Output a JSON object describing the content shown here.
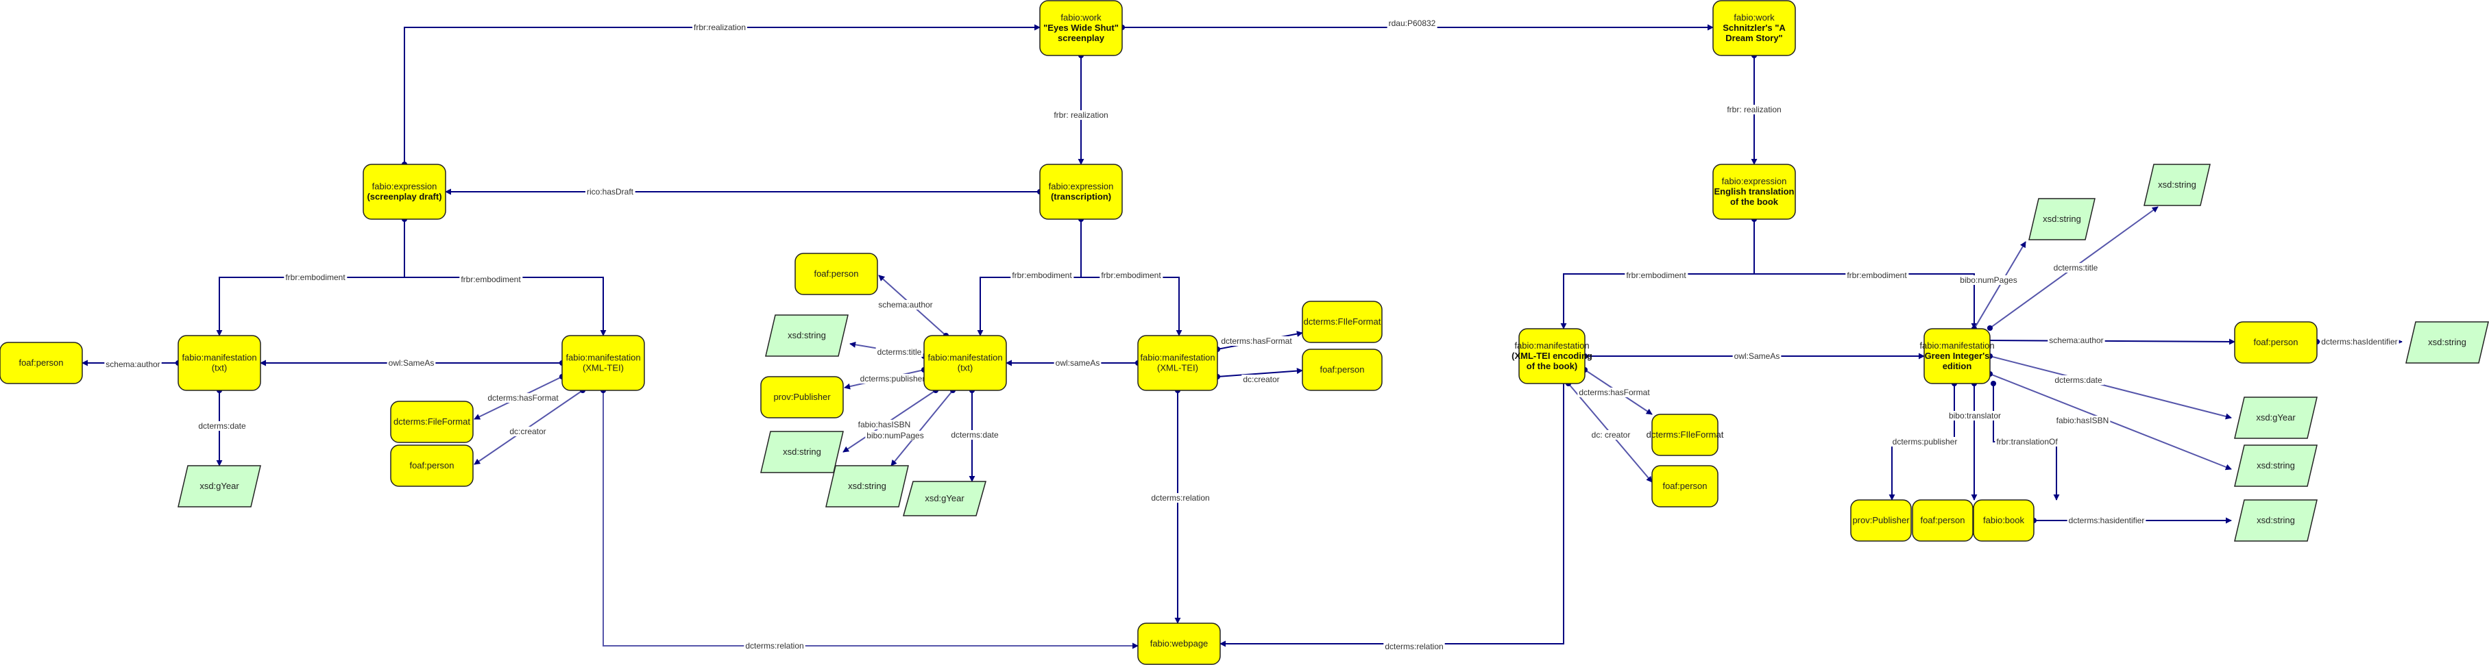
{
  "diagram": {
    "colors": {
      "class_fill": "#ffff00",
      "datatype_fill": "#ccffcc",
      "edge": "#000080",
      "edge_light": "#5555aa"
    },
    "nodes": [
      {
        "id": "work_ews",
        "kind": "class",
        "title": "fabio:work",
        "lines": [
          "\"Eyes Wide Shut\"",
          "screenplay"
        ]
      },
      {
        "id": "work_dream",
        "kind": "class",
        "title": "fabio:work",
        "lines": [
          "Schnitzler's \"A",
          "Dream Story\""
        ]
      },
      {
        "id": "expr_draft",
        "kind": "class",
        "title": "fabio:expression",
        "lines": [
          "(screenplay draft)"
        ]
      },
      {
        "id": "expr_transcr",
        "kind": "class",
        "title": "fabio:expression",
        "lines": [
          "(transcription)"
        ]
      },
      {
        "id": "expr_engl",
        "kind": "class",
        "title": "fabio:expression",
        "lines": [
          "English translation",
          "of the book"
        ]
      },
      {
        "id": "person_l1",
        "kind": "class",
        "title": "foaf:person",
        "lines": []
      },
      {
        "id": "man_txt_l",
        "kind": "class",
        "title": "fabio:manifestation",
        "lines": [
          "(txt)"
        ],
        "plain_lines": true
      },
      {
        "id": "gyear_l",
        "kind": "datatype",
        "title": "xsd:gYear",
        "lines": []
      },
      {
        "id": "man_xml_l",
        "kind": "class",
        "title": "fabio:manifestation",
        "lines": [
          "(XML-TEI)"
        ],
        "plain_lines": true
      },
      {
        "id": "fileformat_l",
        "kind": "class",
        "title": "dcterms:FileFormat",
        "lines": []
      },
      {
        "id": "person_l2",
        "kind": "class",
        "title": "foaf:person",
        "lines": []
      },
      {
        "id": "person_m1",
        "kind": "class",
        "title": "foaf:person",
        "lines": []
      },
      {
        "id": "string_m1",
        "kind": "datatype",
        "title": "xsd:string",
        "lines": []
      },
      {
        "id": "publisher_m",
        "kind": "class",
        "title": "prov:Publisher",
        "lines": []
      },
      {
        "id": "string_m2",
        "kind": "datatype",
        "title": "xsd:string",
        "lines": []
      },
      {
        "id": "string_m3",
        "kind": "datatype",
        "title": "xsd:string",
        "lines": []
      },
      {
        "id": "gyear_m",
        "kind": "datatype",
        "title": "xsd:gYear",
        "lines": []
      },
      {
        "id": "man_txt_m",
        "kind": "class",
        "title": "fabio:manifestation",
        "lines": [
          "(txt)"
        ],
        "plain_lines": true
      },
      {
        "id": "man_xml_m",
        "kind": "class",
        "title": "fabio:manifestation",
        "lines": [
          "(XML-TEI)"
        ],
        "plain_lines": true
      },
      {
        "id": "fileformat_m",
        "kind": "class",
        "title": "dcterms:FIleFormat",
        "lines": []
      },
      {
        "id": "person_m2",
        "kind": "class",
        "title": "foaf:person",
        "lines": []
      },
      {
        "id": "webpage",
        "kind": "class",
        "title": "fabio:webpage",
        "lines": []
      },
      {
        "id": "man_xml_r",
        "kind": "class",
        "title": "fabio:manifestation",
        "lines": [
          "(XML-TEI encoding",
          "of the book)"
        ]
      },
      {
        "id": "fileformat_r",
        "kind": "class",
        "title": "dcterms:FIleFormat",
        "lines": []
      },
      {
        "id": "person_r1",
        "kind": "class",
        "title": "foaf:person",
        "lines": []
      },
      {
        "id": "man_green",
        "kind": "class",
        "title": "fabio:manifestation",
        "lines": [
          "Green Integer's",
          "edition"
        ]
      },
      {
        "id": "string_r1",
        "kind": "datatype",
        "title": "xsd:string",
        "lines": []
      },
      {
        "id": "string_r2",
        "kind": "datatype",
        "title": "xsd:string",
        "lines": []
      },
      {
        "id": "person_r2",
        "kind": "class",
        "title": "foaf:person",
        "lines": []
      },
      {
        "id": "string_r3",
        "kind": "datatype",
        "title": "xsd:string",
        "lines": []
      },
      {
        "id": "gyear_r",
        "kind": "datatype",
        "title": "xsd:gYear",
        "lines": []
      },
      {
        "id": "string_r4",
        "kind": "datatype",
        "title": "xsd:string",
        "lines": []
      },
      {
        "id": "publisher_r",
        "kind": "class",
        "title": "prov:Publisher",
        "lines": []
      },
      {
        "id": "person_r3",
        "kind": "class",
        "title": "foaf:person",
        "lines": []
      },
      {
        "id": "book_r",
        "kind": "class",
        "title": "fabio:book",
        "lines": []
      },
      {
        "id": "string_r5",
        "kind": "datatype",
        "title": "xsd:string",
        "lines": []
      }
    ],
    "edges": [
      {
        "id": "e_real_draft",
        "label": "frbr:realization"
      },
      {
        "id": "e_rdau",
        "label": "rdau:P60832"
      },
      {
        "id": "e_real_transcr",
        "label": "frbr: realization"
      },
      {
        "id": "e_real_engl",
        "label": "frbr: realization"
      },
      {
        "id": "e_hasdraft",
        "label": "rico:hasDraft"
      },
      {
        "id": "e_emb_l1",
        "label": "frbr:embodiment"
      },
      {
        "id": "e_emb_l2",
        "label": "frbr:embodiment"
      },
      {
        "id": "e_author_l",
        "label": "schema:author"
      },
      {
        "id": "e_sameas_l",
        "label": "owl:SameAs"
      },
      {
        "id": "e_date_l",
        "label": "dcterms:date"
      },
      {
        "id": "e_hasformat_l",
        "label": "dcterms:hasFormat"
      },
      {
        "id": "e_creator_l",
        "label": "dc:creator"
      },
      {
        "id": "e_relation_l",
        "label": "dcterms:relation"
      },
      {
        "id": "e_emb_m1",
        "label": "frbr:embodiment"
      },
      {
        "id": "e_emb_m2",
        "label": "frbr:embodiment"
      },
      {
        "id": "e_author_m",
        "label": "schema:author"
      },
      {
        "id": "e_title_m",
        "label": "dcterms:title"
      },
      {
        "id": "e_publisher_m",
        "label": "dcterms:publisher"
      },
      {
        "id": "e_isbn_m",
        "label": "fabio:hasISBN"
      },
      {
        "id": "e_pages_m",
        "label": "bibo:numPages"
      },
      {
        "id": "e_date_m",
        "label": "dcterms:date"
      },
      {
        "id": "e_sameas_m",
        "label": "owl:sameAs"
      },
      {
        "id": "e_hasformat_m",
        "label": "dcterms:hasFormat"
      },
      {
        "id": "e_creator_m",
        "label": "dc:creator"
      },
      {
        "id": "e_relation_m",
        "label": "dcterms:relation"
      },
      {
        "id": "e_relation_r",
        "label": "dcterms:relation"
      },
      {
        "id": "e_emb_r1",
        "label": "frbr:embodiment"
      },
      {
        "id": "e_emb_r2",
        "label": "frbr:embodiment"
      },
      {
        "id": "e_sameas_r",
        "label": "owl:SameAs"
      },
      {
        "id": "e_hasformat_r",
        "label": "dcterms:hasFormat"
      },
      {
        "id": "e_creator_r",
        "label": "dc: creator"
      },
      {
        "id": "e_pages_r",
        "label": "bibo:numPages"
      },
      {
        "id": "e_title_r",
        "label": "dcterms:title"
      },
      {
        "id": "e_author_r",
        "label": "schema:author"
      },
      {
        "id": "e_hasid_person",
        "label": "dcterms:hasIdentifier"
      },
      {
        "id": "e_date_r",
        "label": "dcterms:date"
      },
      {
        "id": "e_isbn_r",
        "label": "fabio:hasISBN"
      },
      {
        "id": "e_translator_r",
        "label": "bibo:translator"
      },
      {
        "id": "e_publisher_r",
        "label": "dcterms:publisher"
      },
      {
        "id": "e_translof_r",
        "label": "frbr:translationOf"
      },
      {
        "id": "e_hasid_book",
        "label": "dcterms:hasidentifier"
      }
    ]
  }
}
